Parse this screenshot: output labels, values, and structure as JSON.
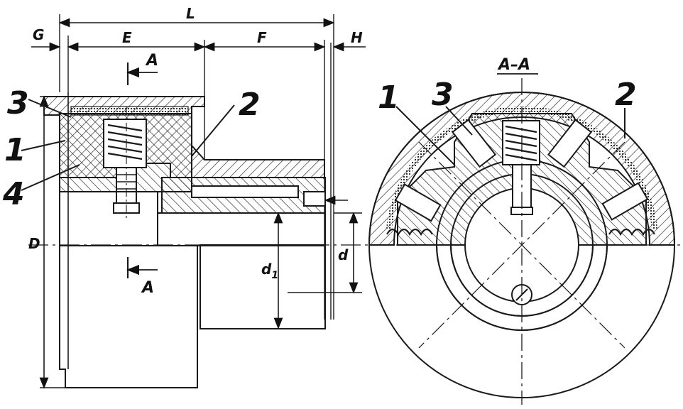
{
  "drawing": {
    "ink_color": "#1a1a1a",
    "paper_color": "#ffffff",
    "dimension_labels": {
      "L": "L",
      "E": "E",
      "F": "F",
      "G": "G",
      "H": "H",
      "D": "D",
      "d1": "d",
      "d1_sub": "1",
      "d": "d"
    },
    "section_marks": {
      "top": "A",
      "bottom": "A",
      "section_title": "A–A"
    },
    "part_numbers": {
      "left_1": "1",
      "left_2": "2",
      "left_3": "3",
      "left_4": "4",
      "right_1": "1",
      "right_2": "2",
      "right_3": "3"
    }
  }
}
